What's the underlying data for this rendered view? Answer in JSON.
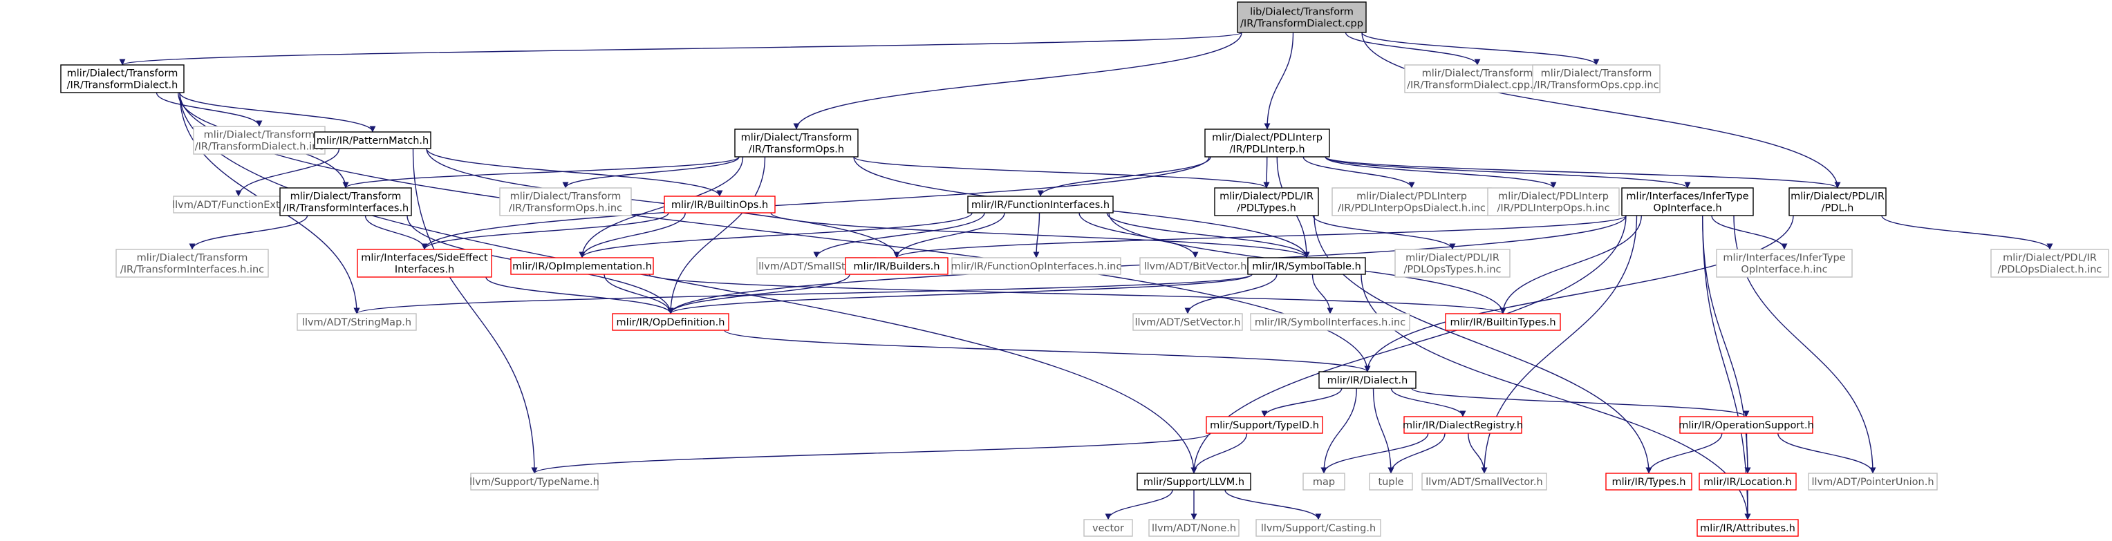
{
  "palette": {
    "edge": "#191970",
    "edge_muted": "#8a8a8a",
    "text": "#000000",
    "text_muted": "#555555",
    "root_fill": "#bfbfbf",
    "border_black": "#000000",
    "border_red": "#ff0000",
    "border_gray": "#bfbfbf"
  },
  "nodes": [
    {
      "id": "root",
      "style": "root",
      "lines": [
        "lib/Dialect/Transform",
        "/IR/TransformDialect.cpp"
      ]
    },
    {
      "id": "transformDialectH",
      "style": "black",
      "lines": [
        "mlir/Dialect/Transform",
        "/IR/TransformDialect.h"
      ]
    },
    {
      "id": "transformDialectCppInc",
      "style": "gray",
      "lines": [
        "mlir/Dialect/Transform",
        "/IR/TransformDialect.cpp.inc"
      ]
    },
    {
      "id": "transformOpsCppInc",
      "style": "gray",
      "lines": [
        "mlir/Dialect/Transform",
        "/IR/TransformOps.cpp.inc"
      ]
    },
    {
      "id": "transformDialectHInc",
      "style": "gray",
      "lines": [
        "mlir/Dialect/Transform",
        "/IR/TransformDialect.h.inc"
      ]
    },
    {
      "id": "patternMatch",
      "style": "black",
      "lines": [
        "mlir/IR/PatternMatch.h"
      ]
    },
    {
      "id": "transformOpsH",
      "style": "black",
      "lines": [
        "mlir/Dialect/Transform",
        "/IR/TransformOps.h"
      ]
    },
    {
      "id": "pdlInterpH",
      "style": "black",
      "lines": [
        "mlir/Dialect/PDLInterp",
        "/IR/PDLInterp.h"
      ]
    },
    {
      "id": "functionExtras",
      "style": "gray",
      "lines": [
        "llvm/ADT/FunctionExtras.h"
      ]
    },
    {
      "id": "transformInterfacesH",
      "style": "black",
      "lines": [
        "mlir/Dialect/Transform",
        "/IR/TransformInterfaces.h"
      ]
    },
    {
      "id": "transformOpsHInc",
      "style": "gray",
      "lines": [
        "mlir/Dialect/Transform",
        "/IR/TransformOps.h.inc"
      ]
    },
    {
      "id": "builtinOps",
      "style": "red",
      "lines": [
        "mlir/IR/BuiltinOps.h"
      ]
    },
    {
      "id": "functionInterfaces",
      "style": "black",
      "lines": [
        "mlir/IR/FunctionInterfaces.h"
      ]
    },
    {
      "id": "pdlTypes",
      "style": "black",
      "lines": [
        "mlir/Dialect/PDL/IR",
        "/PDLTypes.h"
      ]
    },
    {
      "id": "pdlInterpOpsDialectInc",
      "style": "gray",
      "lines": [
        "mlir/Dialect/PDLInterp",
        "/IR/PDLInterpOpsDialect.h.inc"
      ]
    },
    {
      "id": "pdlInterpOpsInc",
      "style": "gray",
      "lines": [
        "mlir/Dialect/PDLInterp",
        "/IR/PDLInterpOps.h.inc"
      ]
    },
    {
      "id": "inferTypeOpInterface",
      "style": "black",
      "lines": [
        "mlir/Interfaces/InferType",
        "OpInterface.h"
      ]
    },
    {
      "id": "pdlH",
      "style": "black",
      "lines": [
        "mlir/Dialect/PDL/IR",
        "/PDL.h"
      ]
    },
    {
      "id": "pdlOpsDialectInc",
      "style": "gray",
      "lines": [
        "mlir/Dialect/PDL/IR",
        "/PDLOpsDialect.h.inc"
      ]
    },
    {
      "id": "transformInterfacesInc",
      "style": "gray",
      "lines": [
        "mlir/Dialect/Transform",
        "/IR/TransformInterfaces.h.inc"
      ]
    },
    {
      "id": "sideEffectInterfaces",
      "style": "red",
      "lines": [
        "mlir/Interfaces/SideEffect",
        "Interfaces.h"
      ]
    },
    {
      "id": "opImplementation",
      "style": "red",
      "lines": [
        "mlir/IR/OpImplementation.h"
      ]
    },
    {
      "id": "smallString",
      "style": "gray",
      "lines": [
        "llvm/ADT/SmallString.h"
      ]
    },
    {
      "id": "builders",
      "style": "red",
      "lines": [
        "mlir/IR/Builders.h"
      ]
    },
    {
      "id": "functionOpInterfacesInc",
      "style": "gray",
      "lines": [
        "mlir/IR/FunctionOpInterfaces.h.inc"
      ]
    },
    {
      "id": "bitVector",
      "style": "gray",
      "lines": [
        "llvm/ADT/BitVector.h"
      ]
    },
    {
      "id": "symbolTable",
      "style": "black",
      "lines": [
        "mlir/IR/SymbolTable.h"
      ]
    },
    {
      "id": "pdlOpsTypesInc",
      "style": "gray",
      "lines": [
        "mlir/Dialect/PDL/IR",
        "/PDLOpsTypes.h.inc"
      ]
    },
    {
      "id": "inferTypeOpInterfaceInc",
      "style": "gray",
      "lines": [
        "mlir/Interfaces/InferType",
        "OpInterface.h.inc"
      ]
    },
    {
      "id": "stringMap",
      "style": "gray",
      "lines": [
        "llvm/ADT/StringMap.h"
      ]
    },
    {
      "id": "opDefinition",
      "style": "red",
      "lines": [
        "mlir/IR/OpDefinition.h"
      ]
    },
    {
      "id": "setVector",
      "style": "gray",
      "lines": [
        "llvm/ADT/SetVector.h"
      ]
    },
    {
      "id": "symbolInterfacesInc",
      "style": "gray",
      "lines": [
        "mlir/IR/SymbolInterfaces.h.inc"
      ]
    },
    {
      "id": "builtinTypes",
      "style": "red",
      "lines": [
        "mlir/IR/BuiltinTypes.h"
      ]
    },
    {
      "id": "dialectH",
      "style": "black",
      "lines": [
        "mlir/IR/Dialect.h"
      ]
    },
    {
      "id": "typeID",
      "style": "red",
      "lines": [
        "mlir/Support/TypeID.h"
      ]
    },
    {
      "id": "dialectRegistry",
      "style": "red",
      "lines": [
        "mlir/IR/DialectRegistry.h"
      ]
    },
    {
      "id": "operationSupport",
      "style": "red",
      "lines": [
        "mlir/IR/OperationSupport.h"
      ]
    },
    {
      "id": "typeName",
      "style": "gray",
      "lines": [
        "llvm/Support/TypeName.h"
      ]
    },
    {
      "id": "supportLLVM",
      "style": "black",
      "lines": [
        "mlir/Support/LLVM.h"
      ]
    },
    {
      "id": "map",
      "style": "gray",
      "lines": [
        "map"
      ]
    },
    {
      "id": "tuple",
      "style": "gray",
      "lines": [
        "tuple"
      ]
    },
    {
      "id": "smallVector",
      "style": "gray",
      "lines": [
        "llvm/ADT/SmallVector.h"
      ]
    },
    {
      "id": "types",
      "style": "red",
      "lines": [
        "mlir/IR/Types.h"
      ]
    },
    {
      "id": "location",
      "style": "red",
      "lines": [
        "mlir/IR/Location.h"
      ]
    },
    {
      "id": "pointerUnion",
      "style": "gray",
      "lines": [
        "llvm/ADT/PointerUnion.h"
      ]
    },
    {
      "id": "vector",
      "style": "gray",
      "lines": [
        "vector"
      ]
    },
    {
      "id": "none",
      "style": "gray",
      "lines": [
        "llvm/ADT/None.h"
      ]
    },
    {
      "id": "casting",
      "style": "gray",
      "lines": [
        "llvm/Support/Casting.h"
      ]
    },
    {
      "id": "attributes",
      "style": "red",
      "lines": [
        "mlir/IR/Attributes.h"
      ]
    }
  ],
  "edges": [
    [
      "root",
      "transformDialectH"
    ],
    [
      "root",
      "transformOpsH"
    ],
    [
      "root",
      "pdlInterpH"
    ],
    [
      "root",
      "pdlH"
    ],
    [
      "root",
      "transformDialectCppInc"
    ],
    [
      "root",
      "transformOpsCppInc"
    ],
    [
      "transformDialectH",
      "transformDialectHInc"
    ],
    [
      "transformDialectH",
      "patternMatch"
    ],
    [
      "transformDialectH",
      "transformInterfacesH"
    ],
    [
      "transformDialectH",
      "stringMap"
    ],
    [
      "transformDialectH",
      "dialectH"
    ],
    [
      "transformDialectH",
      "supportLLVM"
    ],
    [
      "patternMatch",
      "functionExtras"
    ],
    [
      "patternMatch",
      "builtinOps"
    ],
    [
      "patternMatch",
      "builders"
    ],
    [
      "patternMatch",
      "typeName"
    ],
    [
      "transformOpsH",
      "transformInterfacesH"
    ],
    [
      "transformOpsH",
      "transformOpsHInc"
    ],
    [
      "transformOpsH",
      "opImplementation"
    ],
    [
      "transformOpsH",
      "pdlTypes"
    ],
    [
      "transformOpsH",
      "symbolTable"
    ],
    [
      "transformOpsH",
      "opDefinition"
    ],
    [
      "pdlInterpH",
      "functionInterfaces"
    ],
    [
      "pdlInterpH",
      "pdlTypes"
    ],
    [
      "pdlInterpH",
      "pdlInterpOpsDialectInc"
    ],
    [
      "pdlInterpH",
      "pdlInterpOpsInc"
    ],
    [
      "pdlInterpH",
      "inferTypeOpInterface"
    ],
    [
      "pdlInterpH",
      "pdlH"
    ],
    [
      "pdlInterpH",
      "symbolTable"
    ],
    [
      "pdlInterpH",
      "sideEffectInterfaces"
    ],
    [
      "pdlH",
      "pdlOpsDialectInc"
    ],
    [
      "pdlH",
      "dialectH"
    ],
    [
      "transformInterfacesH",
      "transformInterfacesInc"
    ],
    [
      "transformInterfacesH",
      "sideEffectInterfaces"
    ],
    [
      "transformInterfacesH",
      "opDefinition"
    ],
    [
      "builtinOps",
      "sideEffectInterfaces"
    ],
    [
      "builtinOps",
      "opImplementation"
    ],
    [
      "builtinOps",
      "symbolTable"
    ],
    [
      "functionInterfaces",
      "opImplementation"
    ],
    [
      "functionInterfaces",
      "smallString"
    ],
    [
      "functionInterfaces",
      "builders"
    ],
    [
      "functionInterfaces",
      "functionOpInterfacesInc"
    ],
    [
      "functionInterfaces",
      "bitVector"
    ],
    [
      "functionInterfaces",
      "symbolTable"
    ],
    [
      "functionInterfaces",
      "builtinTypes"
    ],
    [
      "pdlTypes",
      "pdlOpsTypesInc"
    ],
    [
      "pdlTypes",
      "types"
    ],
    [
      "inferTypeOpInterface",
      "inferTypeOpInterfaceInc"
    ],
    [
      "inferTypeOpInterface",
      "builders"
    ],
    [
      "inferTypeOpInterface",
      "builtinTypes"
    ],
    [
      "inferTypeOpInterface",
      "opDefinition"
    ],
    [
      "inferTypeOpInterface",
      "smallVector"
    ],
    [
      "inferTypeOpInterface",
      "location"
    ],
    [
      "inferTypeOpInterface",
      "pointerUnion"
    ],
    [
      "inferTypeOpInterface",
      "attributes"
    ],
    [
      "inferTypeOpInterface",
      "supportLLVM"
    ],
    [
      "sideEffectInterfaces",
      "opDefinition"
    ],
    [
      "opImplementation",
      "opDefinition"
    ],
    [
      "opImplementation",
      "builtinTypes"
    ],
    [
      "builders",
      "opDefinition"
    ],
    [
      "symbolTable",
      "opDefinition"
    ],
    [
      "symbolTable",
      "stringMap"
    ],
    [
      "symbolTable",
      "setVector"
    ],
    [
      "symbolTable",
      "symbolInterfacesInc"
    ],
    [
      "symbolTable",
      "attributes"
    ],
    [
      "opDefinition",
      "dialectH"
    ],
    [
      "dialectH",
      "typeID"
    ],
    [
      "dialectH",
      "dialectRegistry"
    ],
    [
      "dialectH",
      "operationSupport"
    ],
    [
      "dialectH",
      "map"
    ],
    [
      "dialectH",
      "tuple"
    ],
    [
      "typeID",
      "typeName"
    ],
    [
      "typeID",
      "supportLLVM"
    ],
    [
      "dialectRegistry",
      "map"
    ],
    [
      "dialectRegistry",
      "tuple"
    ],
    [
      "dialectRegistry",
      "smallVector"
    ],
    [
      "operationSupport",
      "types"
    ],
    [
      "operationSupport",
      "location"
    ],
    [
      "operationSupport",
      "pointerUnion"
    ],
    [
      "location",
      "attributes"
    ],
    [
      "supportLLVM",
      "vector"
    ],
    [
      "supportLLVM",
      "none"
    ],
    [
      "supportLLVM",
      "casting"
    ]
  ]
}
